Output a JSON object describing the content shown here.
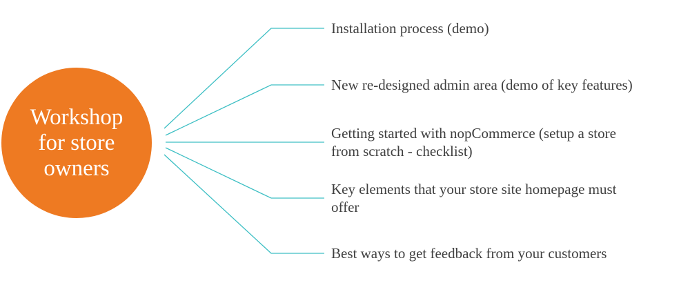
{
  "colors": {
    "hub_fill": "#ee7a22",
    "hub_text": "#ffffff",
    "connector": "#3dbfc4",
    "branch_text": "#3f3f3f"
  },
  "hub": {
    "label_lines": [
      "Workshop",
      "for store",
      "owners"
    ]
  },
  "branches": [
    {
      "lines": [
        "Installation process (demo)"
      ]
    },
    {
      "lines": [
        "New re-designed admin area (demo of key features)"
      ]
    },
    {
      "lines": [
        "Getting started with nopCommerce (setup a store",
        "from scratch - checklist)"
      ]
    },
    {
      "lines": [
        "Key elements that your store site homepage must",
        "offer"
      ]
    },
    {
      "lines": [
        "Best ways to get feedback from your customers"
      ]
    }
  ]
}
